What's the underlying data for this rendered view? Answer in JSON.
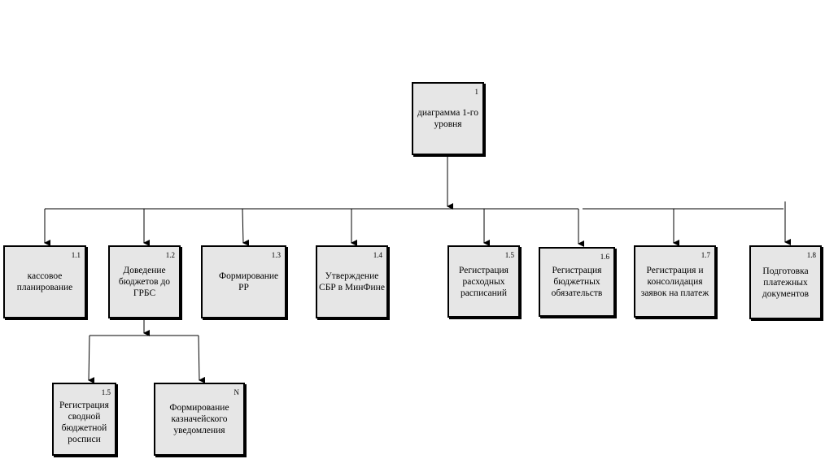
{
  "root": {
    "number": "1",
    "label": "диаграмма 1-го уровня"
  },
  "level2": [
    {
      "number": "1.1",
      "label": "кассовое планирование"
    },
    {
      "number": "1.2",
      "label": "Доведение бюджетов до ГРБС"
    },
    {
      "number": "1.3",
      "label": "Формирование РР"
    },
    {
      "number": "1.4",
      "label": "Утверждение СБР в МинФине"
    },
    {
      "number": "1.5",
      "label": "Регистрация расходных расписаний"
    },
    {
      "number": "1.6",
      "label": "Регистрация бюджетных обязательств"
    },
    {
      "number": "1.7",
      "label": "Регистрация и консолидация заявок на платеж"
    },
    {
      "number": "1.8",
      "label": "Подготовка платежных документов"
    }
  ],
  "level3": [
    {
      "number": "1.5",
      "label": "Регистрация сводной бюджетной росписи"
    },
    {
      "number": "N",
      "label": "Формирование казначейского уведомления"
    }
  ]
}
